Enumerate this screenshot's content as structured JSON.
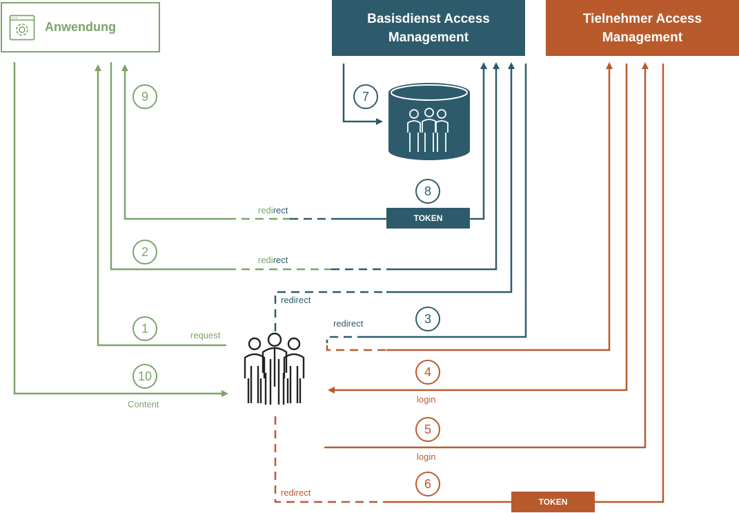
{
  "colors": {
    "green": "#7aa56a",
    "blue": "#2d5b6b",
    "orange": "#b85a2c"
  },
  "nodes": {
    "anwendung": {
      "title": "Anwendung",
      "icon": "app-window-gear-icon"
    },
    "basisdienst": {
      "title": "Basisdienst Access\nManagement"
    },
    "teilnehmer": {
      "title": "Tielnehmer Access\nManagement"
    },
    "database": {
      "icon": "database-users-icon"
    },
    "users": {
      "icon": "user-group-icon"
    }
  },
  "tokens": {
    "basis": "TOKEN",
    "teilnehmer": "TOKEN"
  },
  "steps": {
    "s1": "1",
    "s2": "2",
    "s3": "3",
    "s4": "4",
    "s5": "5",
    "s6": "6",
    "s7": "7",
    "s8": "8",
    "s9": "9",
    "s10": "10"
  },
  "labels": {
    "request": "request",
    "content": "Content",
    "redirect_9_a": "redi",
    "redirect_9_b": "rect",
    "redirect_2_a": "redi",
    "redirect_2_b": "rect",
    "redirect_blue_upper": "redirect",
    "redirect_blue_3": "redirect",
    "login_4": "login",
    "login_5": "login",
    "redirect_6": "redirect"
  }
}
